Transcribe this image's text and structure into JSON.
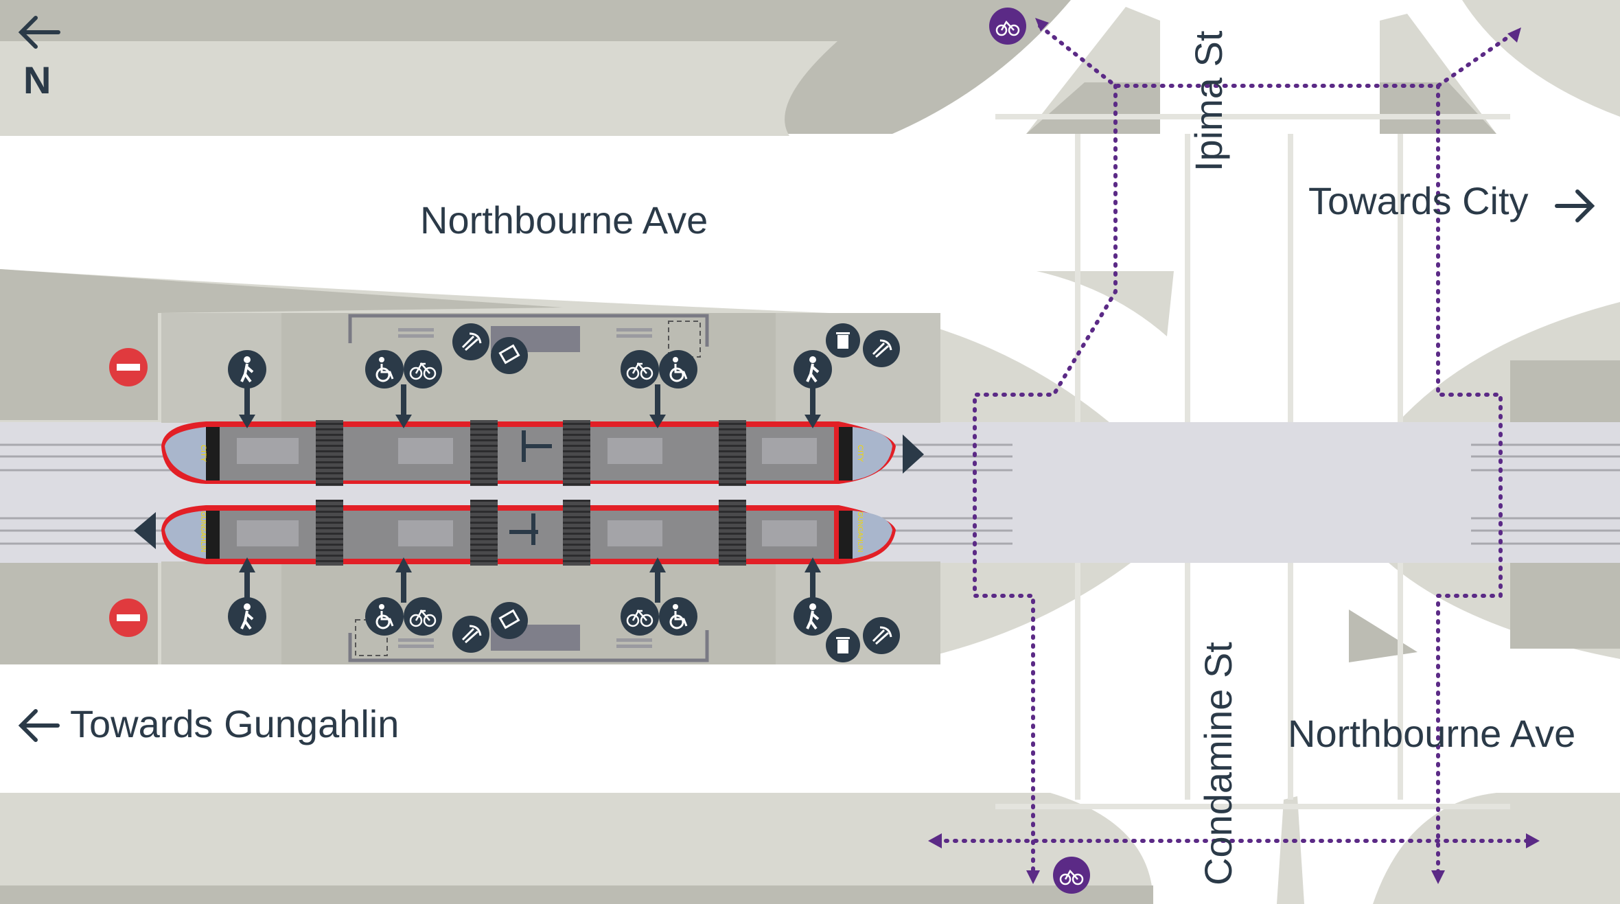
{
  "compass": {
    "north_label": "N",
    "icon": "arrow-left-icon"
  },
  "streets": {
    "northbourne_top": "Northbourne Ave",
    "northbourne_bottom": "Northbourne Ave",
    "ipima": "Ipima St",
    "condamine": "Condamine St"
  },
  "directions": {
    "towards_city": "Towards City",
    "towards_city_icon": "arrow-right-icon",
    "towards_gungahlin": "Towards Gungahlin",
    "towards_gungahlin_icon": "arrow-left-icon"
  },
  "trams": {
    "top_destination": "CITY",
    "bottom_destination": "GUNGAHLIN"
  },
  "legend_icons": [
    "pedestrian-icon",
    "wheelchair-icon",
    "bicycle-icon",
    "tap-on-icon",
    "ticket-machine-icon",
    "bin-icon",
    "no-entry-icon",
    "bike-parking-icon"
  ],
  "colors": {
    "road_footpath": "#d9d9d1",
    "verge_dark": "#bcbcb3",
    "platform": "#c5c5bd",
    "track_bed": "#dcdce2",
    "tram_red": "#e21f26",
    "tram_body": "#8a8a8c",
    "icon_dark": "#2b3a48",
    "route_purple": "#5b2a86",
    "no_entry_red": "#e03a3e"
  }
}
